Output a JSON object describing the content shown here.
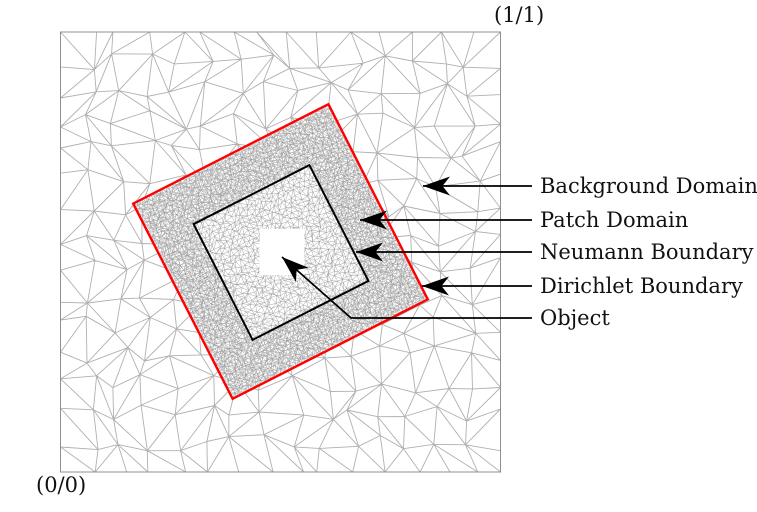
{
  "figure": {
    "corner_top_right": "(1/1)",
    "corner_bottom_left": "(0/0)",
    "legend": [
      {
        "label": "Background Domain"
      },
      {
        "label": "Patch Domain"
      },
      {
        "label": "Neumann Boundary"
      },
      {
        "label": "Dirichlet Boundary"
      },
      {
        "label": "Object"
      }
    ],
    "colors": {
      "dirichlet_boundary": "#ff0000",
      "neumann_boundary": "#000000",
      "arrow": "#000000",
      "coarse_mesh_line": "#b0b0b0",
      "fine_mesh_line": "#9a9a9a",
      "domain_border": "#8f8f8f",
      "background": "#ffffff",
      "object_fill": "#ffffff"
    }
  }
}
